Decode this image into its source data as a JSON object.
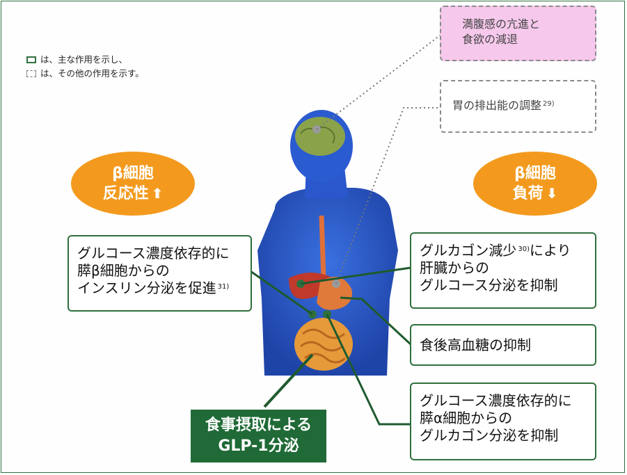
{
  "legend": {
    "solid_text": "は、主な作用を示し、",
    "dashed_text": "は、その他の作用を示す。"
  },
  "satiety": {
    "line1": "満腹感の亢進と",
    "line2": "食欲の減退"
  },
  "gastric": {
    "text": "胃の排出能の調整",
    "ref": "29)"
  },
  "beta_left": {
    "line1": "β細胞",
    "line2": "反応性",
    "arrow": "⬆"
  },
  "beta_right": {
    "line1": "β細胞",
    "line2": "負荷",
    "arrow": "⬇"
  },
  "insulin": {
    "line1": "グルコース濃度依存的に",
    "line2": "膵β細胞からの",
    "line3": "インスリン分泌を促進",
    "ref": "31)"
  },
  "glucagon_liver": {
    "line1_a": "グルカゴン減少",
    "ref": "30)",
    "line1_b": "により",
    "line2": "肝臓からの",
    "line3": "グルコース分泌を抑制"
  },
  "postprandial": {
    "text": "食後高血糖の抑制"
  },
  "glucagon_alpha": {
    "line1": "グルコース濃度依存的に",
    "line2": "膵α細胞からの",
    "line3": "グルカゴン分泌を抑制"
  },
  "source": {
    "line1": "食事摂取による",
    "line2": "GLP-1分泌"
  },
  "colors": {
    "green": "#2f6f3e",
    "dark_green": "#1f6a36",
    "orange": "#f39a1e",
    "pink": "#f6c8ec",
    "body_blue": "#2a56c8"
  }
}
